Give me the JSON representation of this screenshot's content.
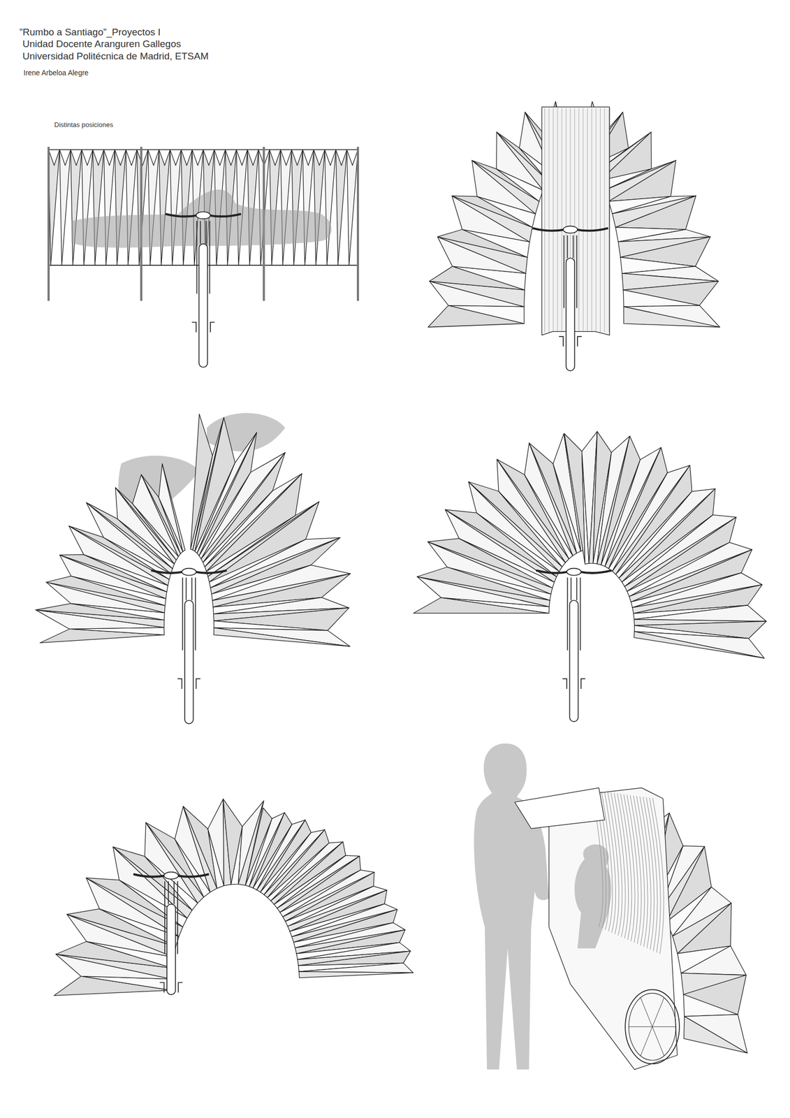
{
  "diagram": {
    "labels": [
      "”Rumbo a Santiago”_Proyectos I",
      "Unidad Docente Aranguren Gallegos",
      "Universidad Politécnica de Madrid, ETSAM",
      "Irene Arbeloa Alegre",
      "Distintas posiciones"
    ]
  }
}
